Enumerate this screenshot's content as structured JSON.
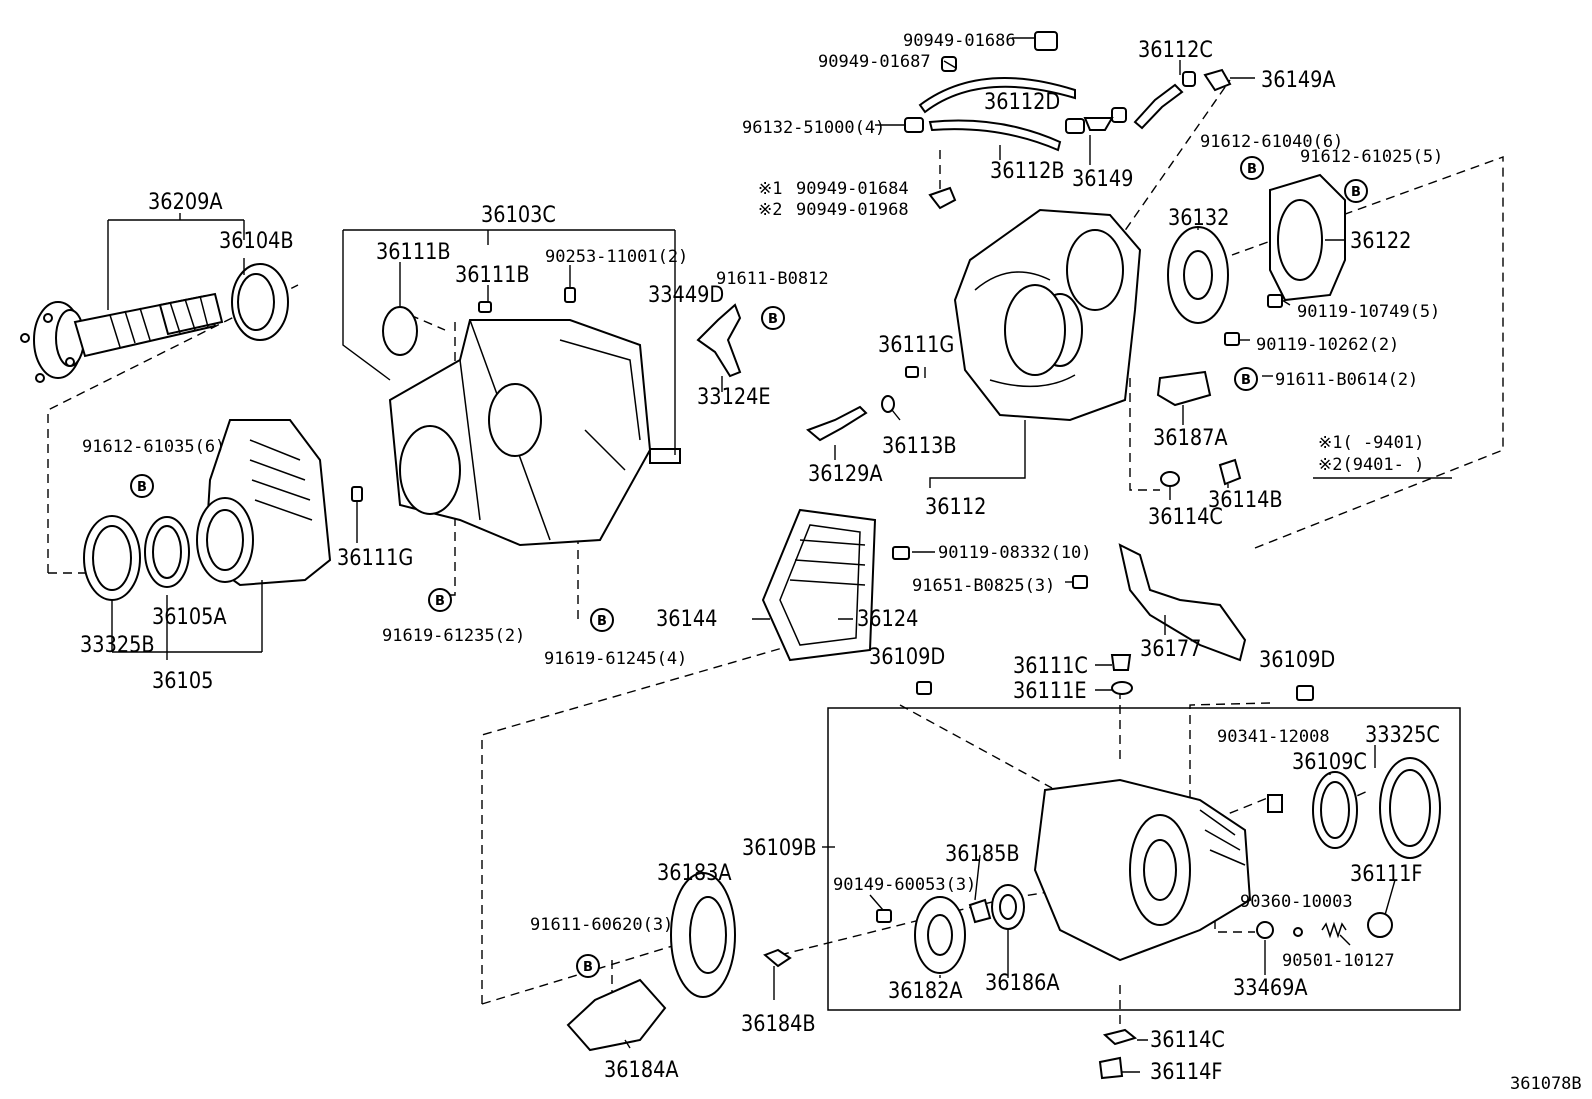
{
  "labels": {
    "p36209A": "36209A",
    "p36104B": "36104B",
    "p91612_61035": "91612-61035(6)",
    "p33325B": "33325B",
    "p36105A": "36105A",
    "p36105": "36105",
    "p36103C": "36103C",
    "p36111B_a": "36111B",
    "p36111B_b": "36111B",
    "p90253": "90253-11001(2)",
    "p33449D": "33449D",
    "p36111G_a": "36111G",
    "p91619_61235": "91619-61235(2)",
    "p91619_61245": "91619-61245(4)",
    "p91611_B0812": "91611-B0812",
    "p33124E": "33124E",
    "p90949_01686": "90949-01686",
    "p90949_01687": "90949-01687",
    "p96132": "96132-51000(4)",
    "p36112D": "36112D",
    "p36112B": "36112B",
    "p36149": "36149",
    "p36112C": "36112C",
    "p36149A": "36149A",
    "p90949_01684": "90949-01684",
    "p90949_01968": "90949-01968",
    "note1_mark": "※1",
    "note2_mark": "※2",
    "p91612_61040": "91612-61040(6)",
    "p91612_61025": "91612-61025(5)",
    "p36132": "36132",
    "p36122": "36122",
    "p90119_10749": "90119-10749(5)",
    "p90119_10262": "90119-10262(2)",
    "p91611_B0614": "91611-B0614(2)",
    "p36111G_b": "36111G",
    "p36113B": "36113B",
    "p36129A": "36129A",
    "p36112": "36112",
    "p36187A": "36187A",
    "p36114C_a": "36114C",
    "p36114B": "36114B",
    "legend1": "※1(    -9401)",
    "legend2": "※2(9401-     )",
    "p36144": "36144",
    "p36124": "36124",
    "p90119_08332": "90119-08332(10)",
    "p91651_B0825": "91651-B0825(3)",
    "p36177": "36177",
    "p36109D_a": "36109D",
    "p36111C": "36111C",
    "p36111E": "36111E",
    "p36109D_b": "36109D",
    "p90341": "90341-12008",
    "p33325C": "33325C",
    "p36109C": "36109C",
    "p36109B": "36109B",
    "p36183A": "36183A",
    "p36185B": "36185B",
    "p90149": "90149-60053(3)",
    "p36111F": "36111F",
    "p90360": "90360-10003",
    "p91611_60620": "91611-60620(3)",
    "p90501": "90501-10127",
    "p36182A": "36182A",
    "p36186A": "36186A",
    "p33469A": "33469A",
    "p36184B": "36184B",
    "p36114C_b": "36114C",
    "p36114F": "36114F",
    "p36184A": "36184A",
    "figure_id": "361078B"
  },
  "marker_letter": "B"
}
